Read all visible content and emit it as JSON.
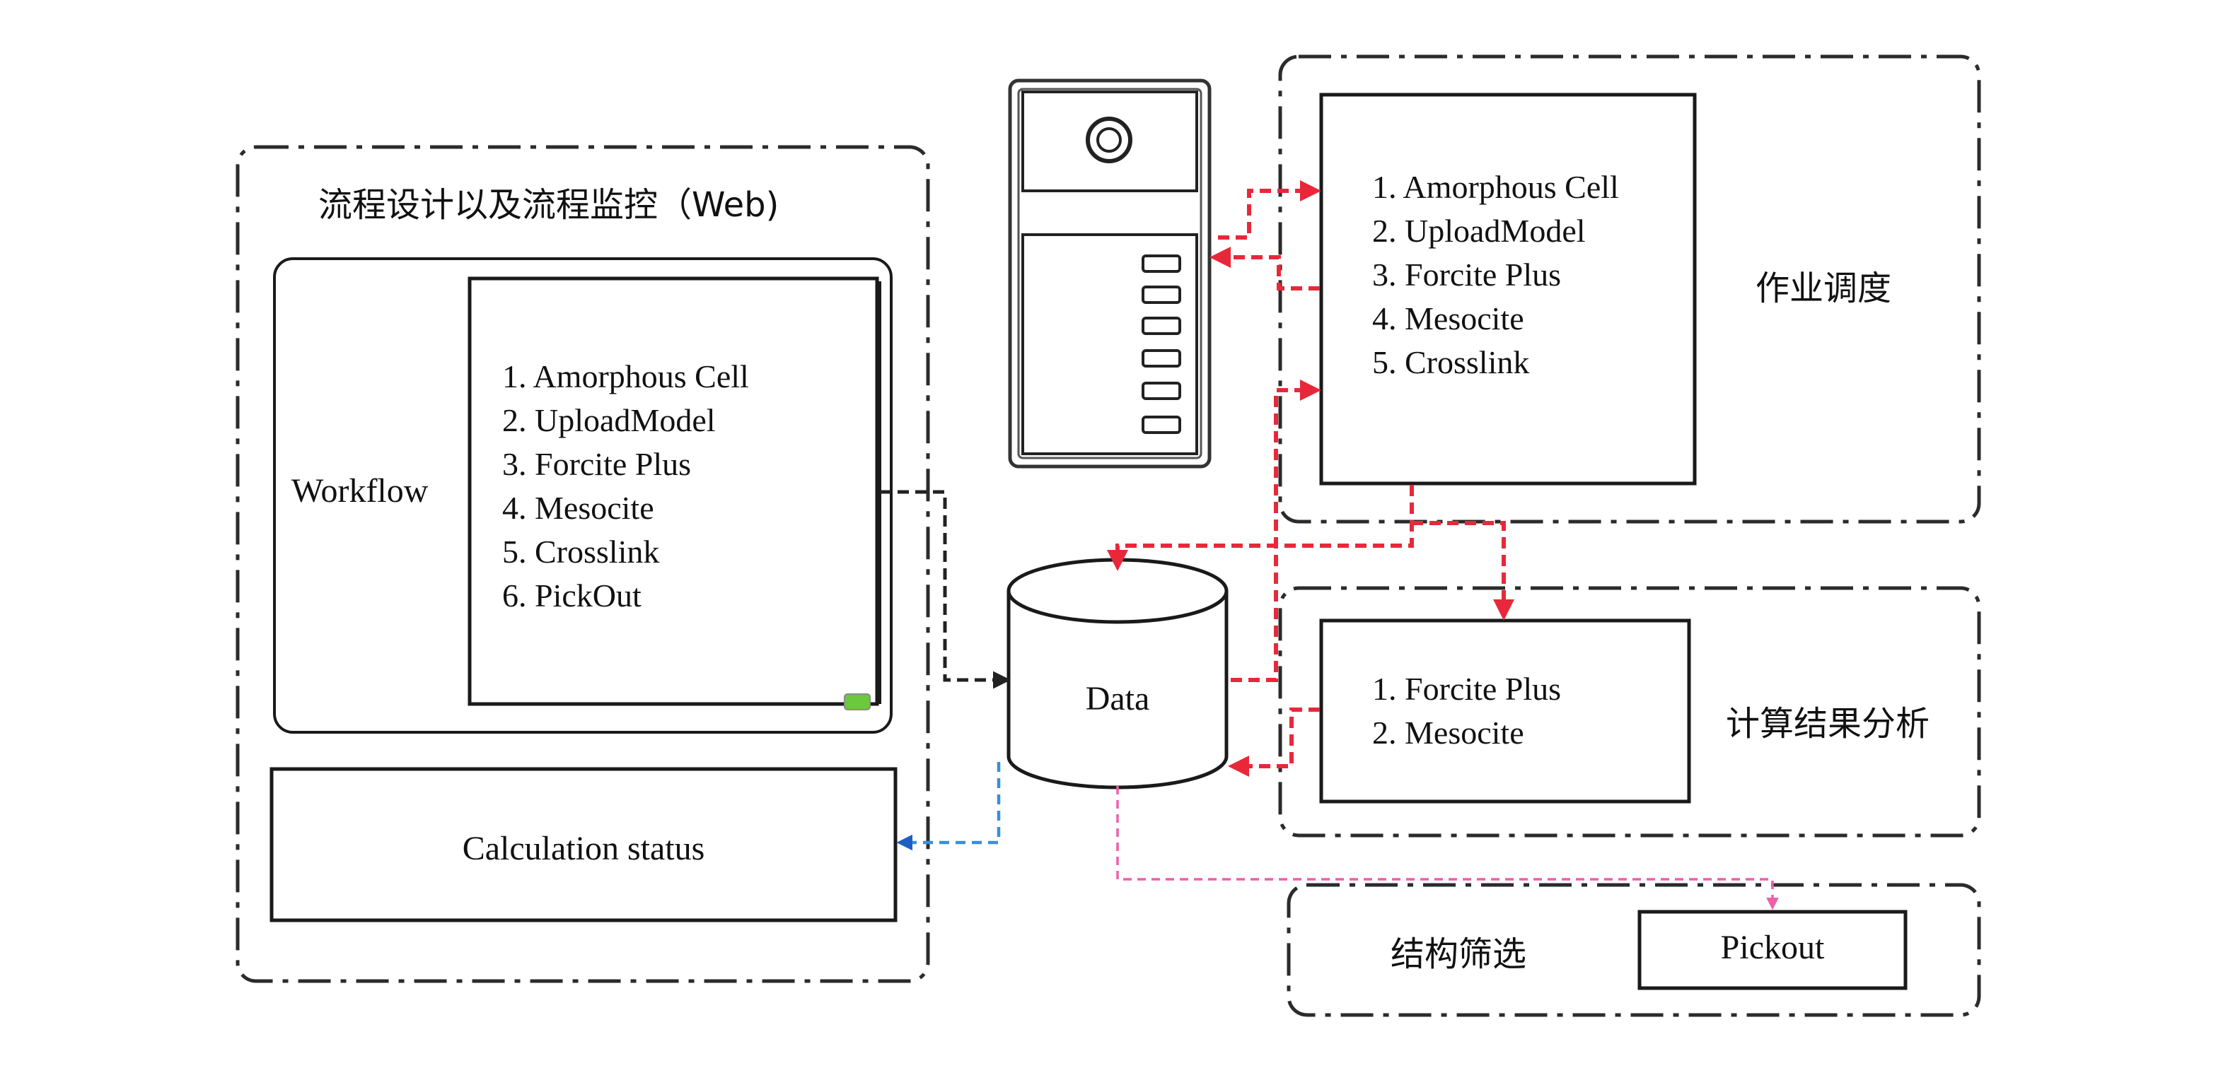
{
  "web_panel": {
    "title": "流程设计以及流程监控（Web)",
    "workflow_label": "Workflow",
    "workflow_steps": [
      "1. Amorphous Cell",
      "2. UploadModel",
      "3. Forcite Plus",
      "4. Mesocite",
      "5. Crosslink",
      "6. PickOut"
    ],
    "status_label": "Calculation status"
  },
  "data_store": {
    "label": "Data"
  },
  "scheduling_panel": {
    "title": "作业调度",
    "steps": [
      "1. Amorphous Cell",
      "2. UploadModel",
      "3. Forcite Plus",
      "4. Mesocite",
      "5. Crosslink"
    ]
  },
  "analysis_panel": {
    "title": "计算结果分析",
    "steps": [
      "1. Forcite Plus",
      "2. Mesocite"
    ]
  },
  "screening_panel": {
    "title": "结构筛选",
    "pickout_label": "Pickout"
  },
  "colors": {
    "scheduling_flow": "#e8283a",
    "workflow_flow": "#222222",
    "status_flow": "#3a8fd6",
    "pickout_flow": "#ee5fa8",
    "status_indicator": "#6cc83c"
  },
  "icons": {
    "server": "server-tower-icon",
    "database": "database-cylinder-icon"
  }
}
